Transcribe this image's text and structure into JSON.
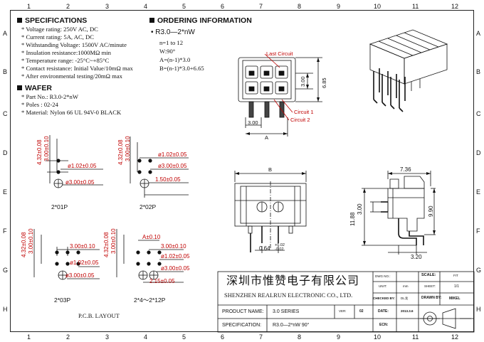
{
  "zones": {
    "columns": [
      "1",
      "2",
      "3",
      "4",
      "5",
      "6",
      "7",
      "8",
      "9",
      "10",
      "11",
      "12"
    ],
    "rows": [
      "A",
      "B",
      "C",
      "D",
      "E",
      "F",
      "G",
      "H"
    ]
  },
  "specifications": {
    "title": "SPECIFICATIONS",
    "lines": [
      "* Voltage rating: 250V AC, DC",
      "* Current rating: 5A, AC, DC",
      "* Withstanding Voltage: 1500V AC/minute",
      "* Insulation resistance:1000MΩ min",
      "* Temperature range: -25°C~+85°C",
      "* Contact resistance: Initial Value/10mΩ max",
      "* After environmental  testing/20mΩ max"
    ]
  },
  "wafer": {
    "title": "WAFER",
    "lines": [
      "* Part No.: R3.0-2*nW",
      "* Poles : 02-24",
      "* Material: Nylon 66 UL 94V-0  BLACK"
    ]
  },
  "ordering": {
    "title": "ORDERING INFORMATION",
    "part": "R3.0—2*nW",
    "lines": [
      "n=1 to 12",
      "W:90°",
      "A=(n-1)*3.0",
      "B=(n-1)*3.0+6.65"
    ]
  },
  "front_view": {
    "last_circuit": "Last Circuit",
    "circuit1": "Circuit 1",
    "circuit2": "Circuit 2",
    "dim_300_bottom": "3.00",
    "dim_A": "A",
    "dim_300_side": "3.00",
    "dim_685": "6.85"
  },
  "pcb_layouts": {
    "caption": "P.C.B. LAYOUT",
    "p01": {
      "label": "2*01P",
      "d1": "4.32±0.08",
      "d2": "3.00±0.10",
      "d3": "ø1.02±0.05",
      "d4": "ø3.00±0.05"
    },
    "p02": {
      "label": "2*02P",
      "d1": "4.32±0.08",
      "d2": "3.00±0.10",
      "d3": "ø1.02±0.05",
      "d4": "ø3.00±0.05",
      "d5": "1.50±0.05"
    },
    "p03": {
      "label": "2*03P",
      "d1": "4.32±0.08",
      "d2": "3.00±0.10",
      "d3": "3.00±0.10",
      "d4": "ø1.02±0.05",
      "d5": "ø3.00±0.05"
    },
    "p04": {
      "label": "2*4～2*12P",
      "d1": "4.32±0.08",
      "d2": "3.00±0.10",
      "dA": "A±0.10",
      "d3": "3.00±0.10",
      "d4": "ø1.02±0.05",
      "d5": "ø3.00±0.05",
      "d6": "2.15±0.05"
    }
  },
  "views": {
    "dim_B": "B",
    "dim_064": "0.64",
    "dim_064_tol_up": "+0.02",
    "dim_064_tol_down": "-0.02",
    "dim_736": "7.36",
    "dim_1188": "11.88",
    "dim_300": "3.00",
    "dim_990": "9.90",
    "dim_320": "3.20"
  },
  "title_block": {
    "company_cn": "深圳市惟赞电子有限公司",
    "company_en": "SHENZHEN REALRUN ELECTRONIC CO., LTD.",
    "dwg_no_label": "DWG NO.:",
    "scale_label": "SCALE:",
    "scale_value": "FIT",
    "unit_label": "UNIT:",
    "unit_value": "mm",
    "sheet_label": "SHEET:",
    "sheet_value": "1/1",
    "checked_label": "CHECKED BY:",
    "checked_value": "DL龙",
    "drawn_label": "DRAWN BY:",
    "drawn_value": "MIKEL",
    "product_label": "PRODUCT NAME:",
    "product_value": "3.0 SERIES",
    "ver_label": "VER:",
    "ver_value": "02",
    "date_label": "DATE:",
    "date_value": "2013.3.6",
    "spec_label": "SPECIFICATION:",
    "spec_value": "R3.0—2*nW  90°",
    "ecn_label": "ECN:"
  }
}
